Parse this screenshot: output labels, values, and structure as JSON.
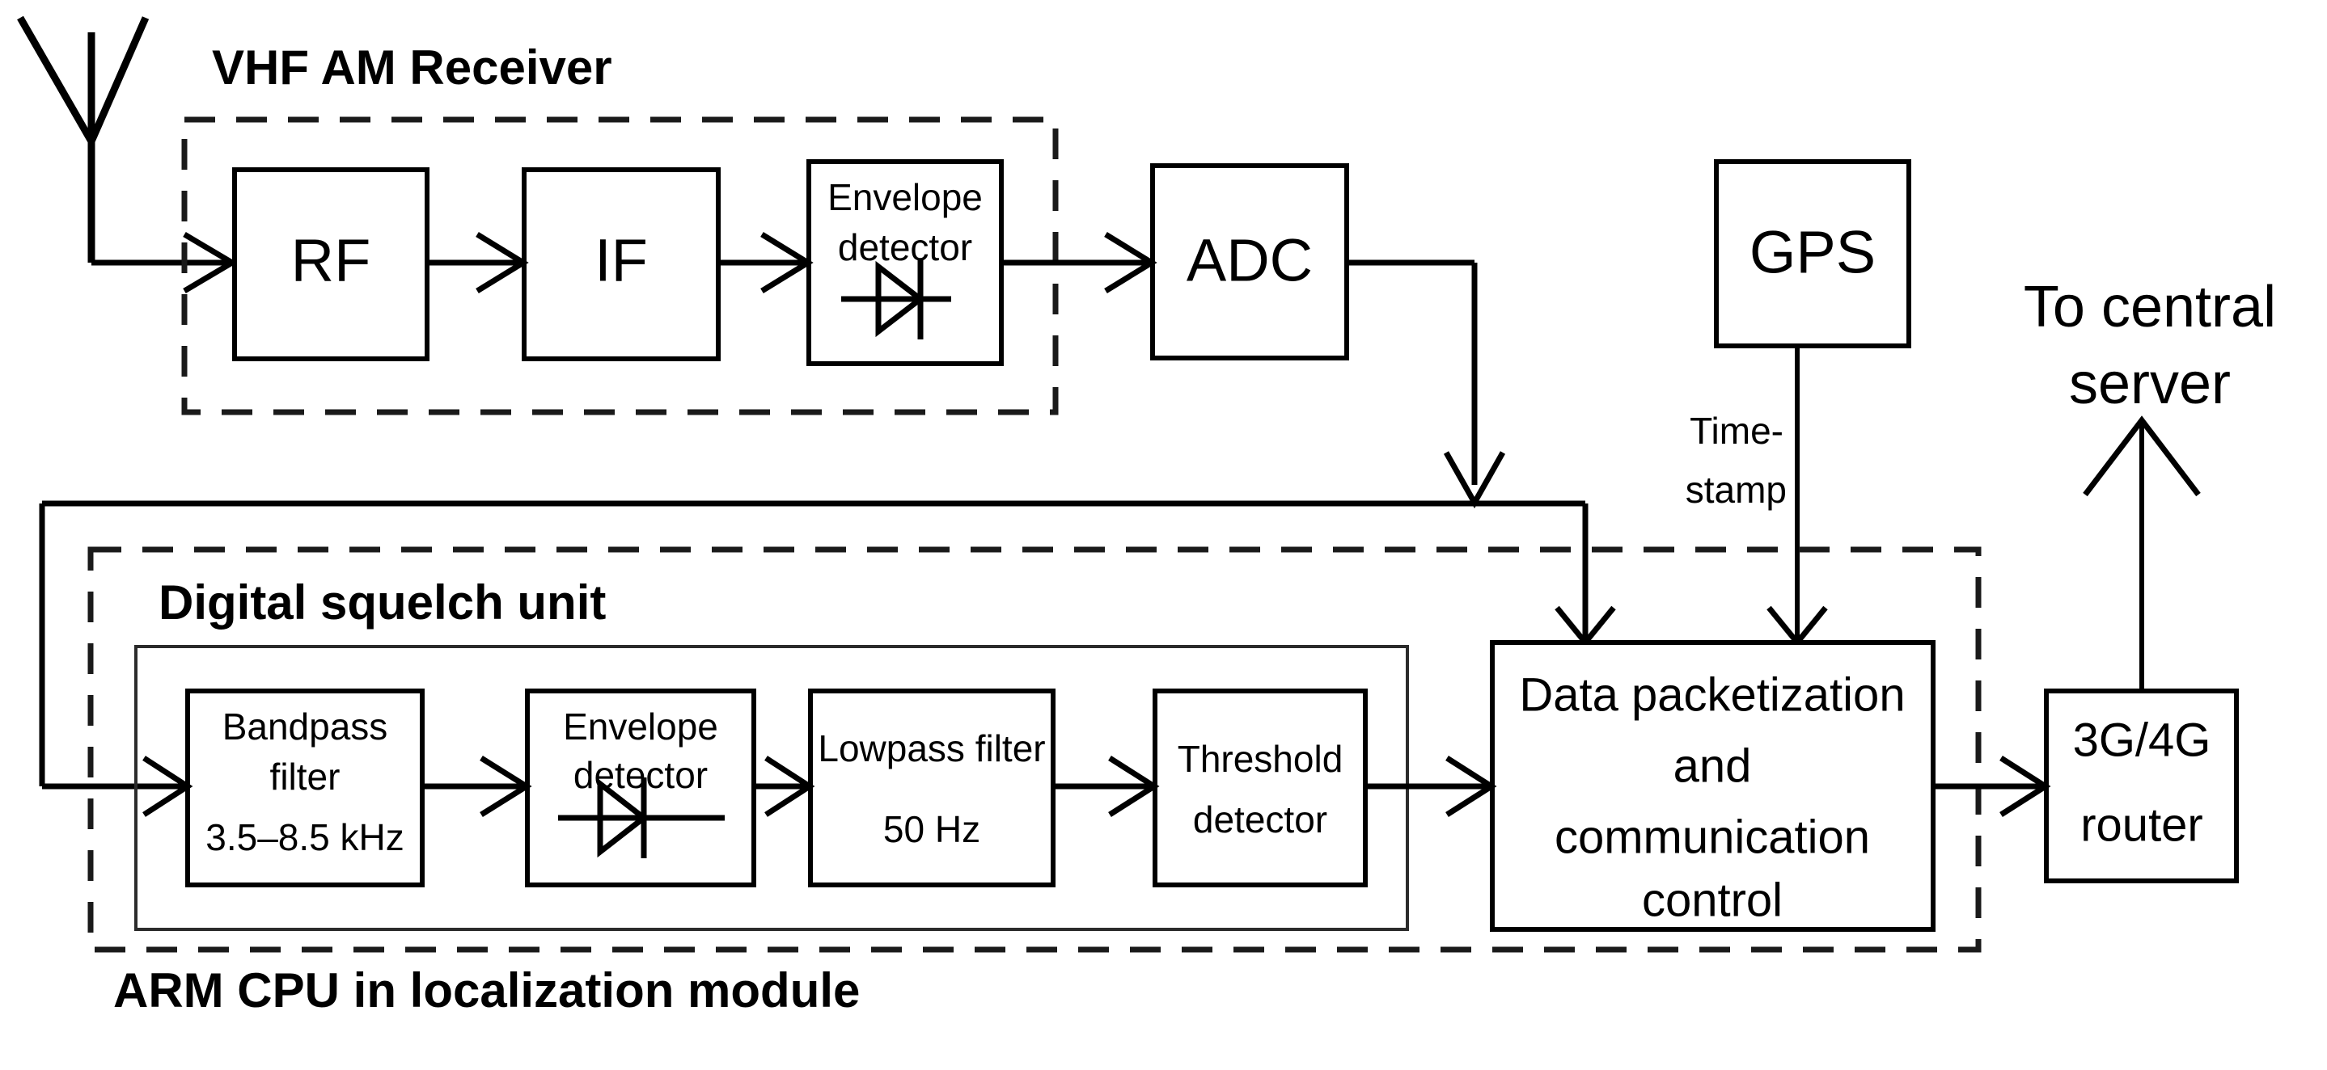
{
  "diagram": {
    "title": "VHF AM Receiver and ARM CPU localization module block diagram",
    "groups": {
      "vhf_receiver": {
        "label": "VHF AM Receiver"
      },
      "digital_squelch": {
        "label": "Digital squelch unit"
      },
      "arm_cpu": {
        "label": "ARM CPU in localization module"
      }
    },
    "blocks": {
      "rf": {
        "label": "RF"
      },
      "if": {
        "label": "IF"
      },
      "envelope_detector_rf": {
        "line1": "Envelope",
        "line2": "detector"
      },
      "adc": {
        "label": "ADC"
      },
      "gps": {
        "label": "GPS"
      },
      "bandpass_filter": {
        "line1": "Bandpass",
        "line2": "filter",
        "line3": "3.5–8.5 kHz"
      },
      "envelope_detector_dsp": {
        "line1": "Envelope",
        "line2": "detector"
      },
      "lowpass_filter": {
        "line1": "Lowpass filter",
        "line2": "50 Hz"
      },
      "threshold_detector": {
        "line1": "Threshold",
        "line2": "detector"
      },
      "data_packetization": {
        "line1": "Data packetization",
        "line2": "and",
        "line3": "communication",
        "line4": "control"
      },
      "router": {
        "line1": "3G/4G",
        "line2": "router"
      }
    },
    "annotations": {
      "timestamp": {
        "line1": "Time-",
        "line2": "stamp"
      },
      "to_central_server": {
        "line1": "To central",
        "line2": "server"
      }
    },
    "icons": {
      "antenna": "antenna-icon",
      "diode_rf": "diode-icon",
      "diode_dsp": "diode-icon"
    },
    "colors": {
      "stroke": "#000000",
      "background": "#ffffff",
      "dashed_stroke": "#1a1a1a"
    }
  }
}
